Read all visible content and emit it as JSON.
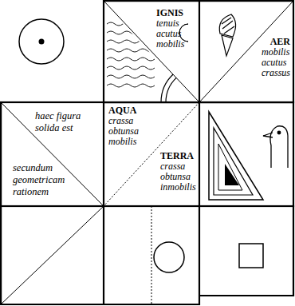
{
  "diagram": {
    "nodes": [
      {
        "text": [
          "IGNIS",
          "tenuis acutus mobilis"
        ]
      },
      {
        "text": [
          "AER",
          "mobilis acutus crassus"
        ]
      },
      {
        "text": [
          "haec figura solida est"
        ]
      },
      {
        "text": [
          "secundum geometricam rationem"
        ]
      },
      {
        "text": [
          "AQUA",
          "crassa obtunsa mobilis"
        ]
      },
      {
        "text": [
          "TERRA",
          "crassa obtunsa inmobilis"
        ]
      }
    ]
  }
}
